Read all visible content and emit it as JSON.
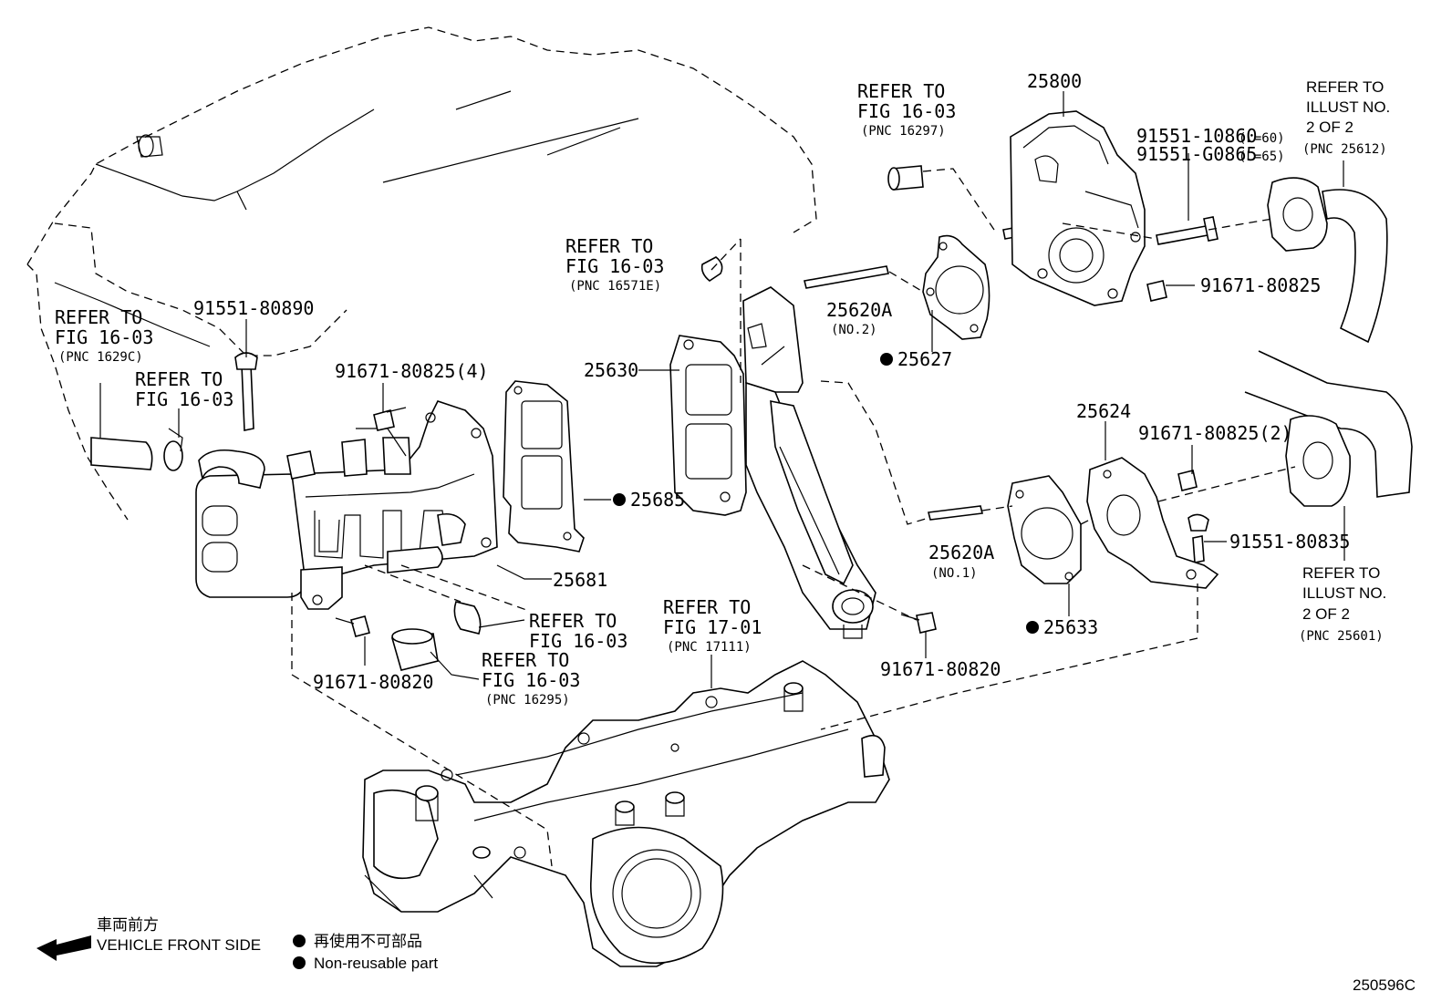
{
  "labels": {
    "refer_fig1603_1629c": [
      "REFER TO",
      "FIG 16-03",
      "(PNC 1629C)"
    ],
    "refer_fig1603_a": [
      "REFER TO",
      "FIG 16-03"
    ],
    "p_91551_80890": "91551-80890",
    "p_91671_80825_4": "91671-80825(4)",
    "refer_fig1603_16571e": [
      "REFER TO",
      "FIG 16-03",
      "(PNC 16571E)"
    ],
    "refer_fig1603_16297": [
      "REFER TO",
      "FIG 16-03",
      "(PNC 16297)"
    ],
    "p_25800": "25800",
    "refer_illust_25612": [
      "REFER TO",
      "ILLUST NO.",
      "2 OF 2",
      "(PNC 25612)"
    ],
    "p_91551_10860": "91551-10860",
    "p_91551_10860_len": "(L=60)",
    "p_91551_g0865": "91551-G0865",
    "p_91551_g0865_len": "(L=65)",
    "p_91671_80825": "91671-80825",
    "p_25620a_no2": "25620A",
    "p_25620a_no2_sub": "(NO.2)",
    "p_25627": "25627",
    "p_25630": "25630",
    "p_25624": "25624",
    "p_91671_80825_2": "91671-80825(2)",
    "p_25685": "25685",
    "p_25620a_no1": "25620A",
    "p_25620a_no1_sub": "(NO.1)",
    "p_91551_80835": "91551-80835",
    "refer_illust_25601": [
      "REFER TO",
      "ILLUST NO.",
      "2 OF 2",
      "(PNC 25601)"
    ],
    "p_25681": "25681",
    "refer_fig1603_b": [
      "REFER TO",
      "FIG 16-03"
    ],
    "refer_fig1701": [
      "REFER TO",
      "FIG 17-01",
      "(PNC 17111)"
    ],
    "p_25633": "25633",
    "refer_fig1603_16295": [
      "REFER TO",
      "FIG 16-03",
      "(PNC 16295)"
    ],
    "p_91671_80820_left": "91671-80820",
    "p_91671_80820_right": "91671-80820"
  },
  "legend": {
    "front_jp": "車両前方",
    "front_en": "VEHICLE FRONT SIDE",
    "nonreusable_jp": "再使用不可部品",
    "nonreusable_en": "Non-reusable part"
  },
  "figure_id": "250596C"
}
